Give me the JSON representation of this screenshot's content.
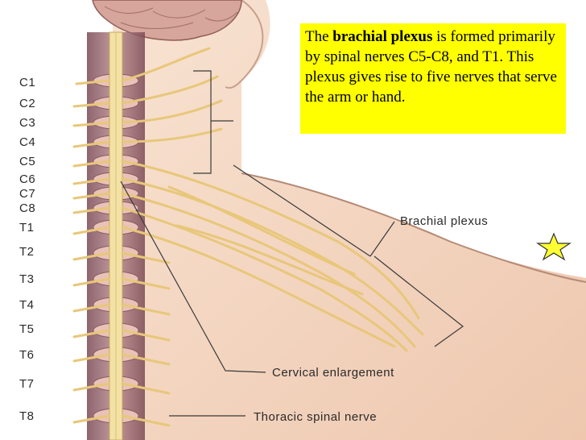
{
  "slide": {
    "text_box": {
      "lead": "The ",
      "term": "brachial plexus",
      "rest": " is formed primarily by spinal nerves C5-C8, and T1.  This plexus gives rise to five nerves that serve the arm or hand."
    },
    "star_icon": "star-icon",
    "colors": {
      "highlight": "#ffff00",
      "nerve": "#e8c77a",
      "skin": "#f6dcc8"
    }
  },
  "figure": {
    "levels": [
      "C1",
      "C2",
      "C3",
      "C4",
      "C5",
      "C6",
      "C7",
      "C8",
      "T1",
      "T2",
      "T3",
      "T4",
      "T5",
      "T6",
      "T7",
      "T8"
    ],
    "callouts": {
      "brachial_plexus": "Brachial plexus",
      "cervical_enlargement": "Cervical enlargement",
      "thoracic_spinal_nerve": "Thoracic spinal nerve"
    }
  }
}
